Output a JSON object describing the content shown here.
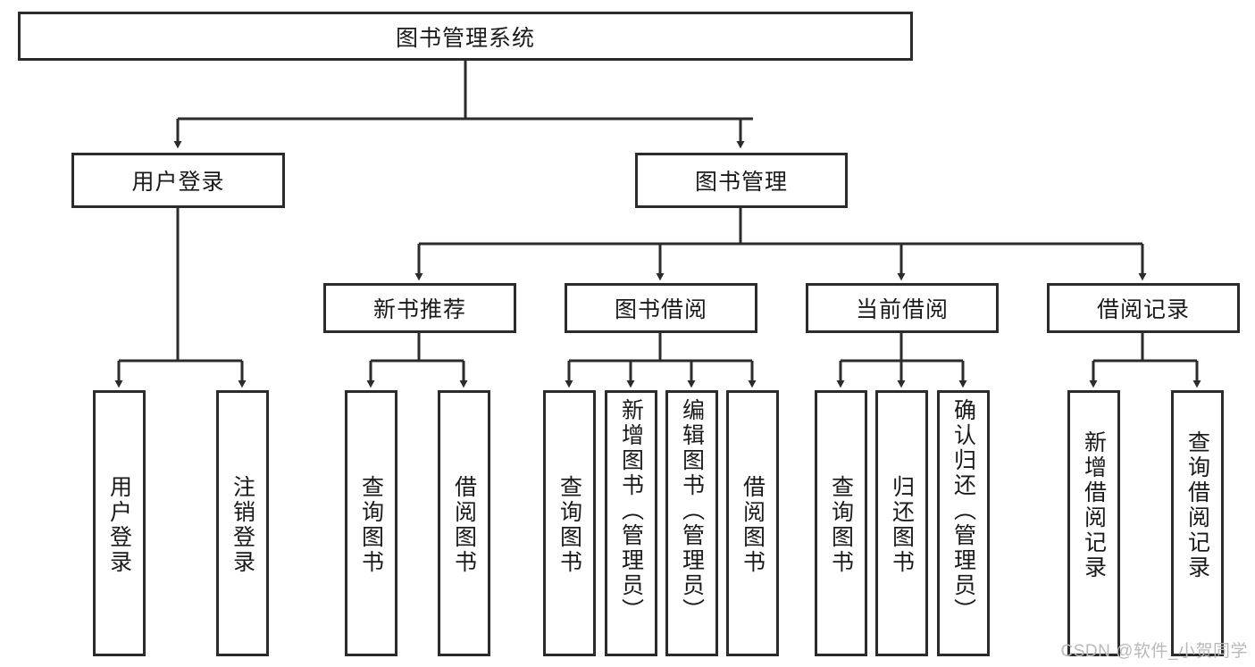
{
  "diagram": {
    "title": "图书管理系统",
    "type": "tree-hierarchy-chart",
    "colors": {
      "border": "#2b2b2b",
      "background": "#ffffff",
      "text": "#1a1a1a",
      "watermark": "#b9b9b9"
    },
    "root": {
      "label": "图书管理系统"
    },
    "level2": [
      {
        "label": "用户登录"
      },
      {
        "label": "图书管理"
      }
    ],
    "level3": [
      {
        "label": "新书推荐"
      },
      {
        "label": "图书借阅"
      },
      {
        "label": "当前借阅"
      },
      {
        "label": "借阅记录"
      }
    ],
    "leaves": {
      "user_login": [
        {
          "label": "用户登录"
        },
        {
          "label": "注销登录"
        }
      ],
      "new_book_recommend": [
        {
          "label": "查询图书"
        },
        {
          "label": "借阅图书"
        }
      ],
      "book_borrow": [
        {
          "label": "查询图书"
        },
        {
          "label": "新增图书（管理员）"
        },
        {
          "label": "编辑图书（管理员）"
        },
        {
          "label": "借阅图书"
        }
      ],
      "current_borrow": [
        {
          "label": "查询图书"
        },
        {
          "label": "归还图书"
        },
        {
          "label": "确认归还（管理员）"
        }
      ],
      "borrow_record": [
        {
          "label": "新增借阅记录"
        },
        {
          "label": "查询借阅记录"
        }
      ]
    }
  },
  "watermark": {
    "text": "CSDN @软件_小贺同学"
  }
}
